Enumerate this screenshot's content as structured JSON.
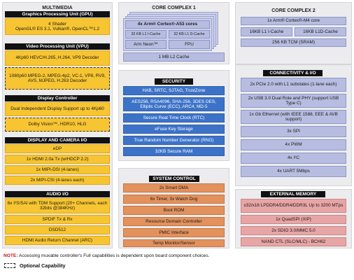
{
  "multimedia": {
    "title": "MULTIMEDIA",
    "gpu": {
      "header": "Graphics Processing Unit (GPU)",
      "line1": "4 Shader",
      "line2": "OpenGL® ES 3.1, Vulkan®, OpenCL™1.2"
    },
    "vpu": {
      "header": "Video Processing Unit (VPU)",
      "item1": "4Kp60 HEVC/H.265, H.264, VP9 Decoder",
      "item2": "1080p60 MPEG-2, MPEG-4p2, VC-1, VP8, RV9, AVS, MJPEG, H.263 Decoder"
    },
    "display": {
      "header": "Display Controller",
      "item1": "Dual Independent Display Support up to 4Kp60",
      "item2": "Dolby Vision™, HDR10, HLG"
    },
    "display_camera": {
      "header": "DISPLAY AND CAMERA I/O",
      "items": [
        "eDP",
        "1x HDMI 2.0a Tx (w/HDCP 2.2)",
        "1x MIPI-DSI (4-lanes)",
        "2x MIPI-CSI (4-lanes each)"
      ]
    },
    "audio": {
      "header": "AUDIO I/O",
      "item1": "6x I²S/SAI with TDM Support (20+ Channels, each 32bits @384KHz)",
      "items": [
        "SPDIF Tx & Rx",
        "DSD512",
        "HDMI Audio Return Channel (ARC)"
      ]
    }
  },
  "core1": {
    "title": "CORE COMPLEX 1",
    "cores": "4x Arm® Cortex®-A53 cores",
    "icache": "32 KB L1 I-Cache",
    "dcache": "32 KB L1 D-Cache",
    "neon": "Arm Neon™",
    "fpu": "FPU",
    "l2": "1 MB L2 Cache"
  },
  "core2": {
    "title": "CORE COMPLEX 2",
    "cores": "1x Arm® Cortex®-M4 core",
    "icache": "16KB L1 I-Cache",
    "dcache": "16KB L1D-Cache",
    "tcm": "256 KB TCM (SRAM)"
  },
  "security": {
    "header": "SECURITY",
    "items": [
      "HAB, SRTC, SJTAG, TrustZone",
      "AES256, RSA4096, SHA-256, 3DES DES, Elliptic Curve (ECC), ARC4, MD-5",
      "Secure Real Time Clock (RTC)",
      "eFuse Key Storage",
      "True Random Number Generator (RNG)",
      "32KB Secure RAM"
    ]
  },
  "connectivity": {
    "header": "CONNECTIVITY & I/O",
    "items": [
      "2x PCIe 2.0 with L1 substates (1-lane each)",
      "2x USB 3.0 Dual Role and PHY (support USB Type C)",
      "1x Gb Ethernet (with IEEE 1588, EEE & AVB support)",
      "3x SPI",
      "4x PWM",
      "4x I²C",
      "4x UART 5Mbps"
    ]
  },
  "system": {
    "header": "SYSTEM CONTROL",
    "items": [
      "2x Smart DMA",
      "6x Timer, 3x Watch Dog",
      "Boot ROM",
      "Resource Domain Controller",
      "PMIC Interface",
      "Temp Monitor/Sensor"
    ]
  },
  "memory": {
    "header": "EXTERNAL MEMORY",
    "items": [
      "x32/x16 LPDDR4/DDR4/DDR3L Up to 3200 MTps",
      "1x QuadSPI (XIP)",
      "2x SDIO 3.0/MMC 5.0",
      "NAND CTL (SLC/MLC) - BCH62"
    ]
  },
  "footer": {
    "note_label": "NOTE:",
    "note_text": " Accessing muxable controller's Full capabilities is dependent upon board component choices.",
    "legend": "Optional Capability"
  },
  "colors": {
    "multimedia": "#f7c531",
    "header": "#111111",
    "core": "#b7bde0",
    "security": "#3c73c8",
    "system": "#e3925d",
    "memory": "#e8a5a5"
  }
}
